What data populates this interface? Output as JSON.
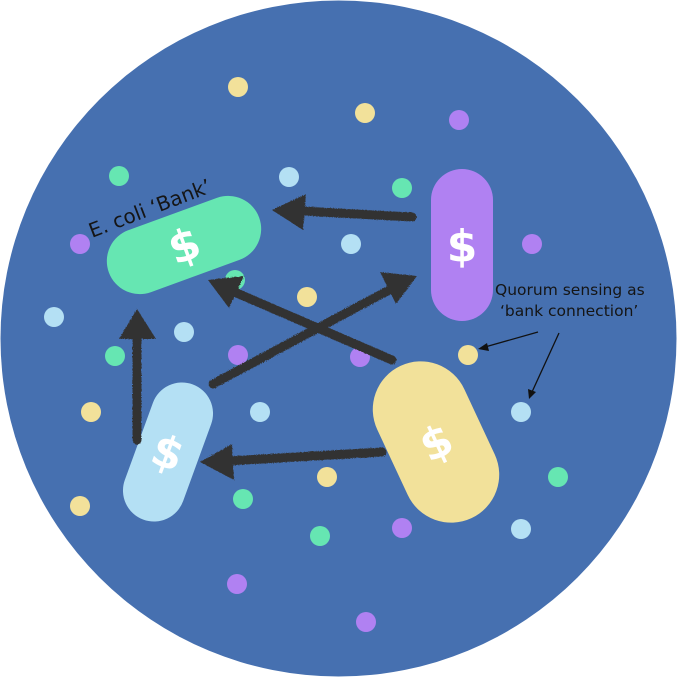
{
  "labels": {
    "bank": "E. coli ‘Bank’",
    "quorum_line1": "Quorum sensing as",
    "quorum_line2": "‘bank connection’"
  },
  "bacteria": [
    {
      "id": "green",
      "symbol": "$",
      "color": "#66e6b2"
    },
    {
      "id": "purple",
      "symbol": "$",
      "color": "#b081f2"
    },
    {
      "id": "lightblue",
      "symbol": "$",
      "color": "#b4e0f4"
    },
    {
      "id": "yellow",
      "symbol": "$",
      "color": "#f2e19a"
    }
  ],
  "colors": {
    "background_circle": "#4670b0",
    "arrow": "#333333",
    "dot_yellow": "#f2e19a",
    "dot_green": "#66e6b2",
    "dot_purple": "#b081f2",
    "dot_blue": "#b4e0f4"
  }
}
